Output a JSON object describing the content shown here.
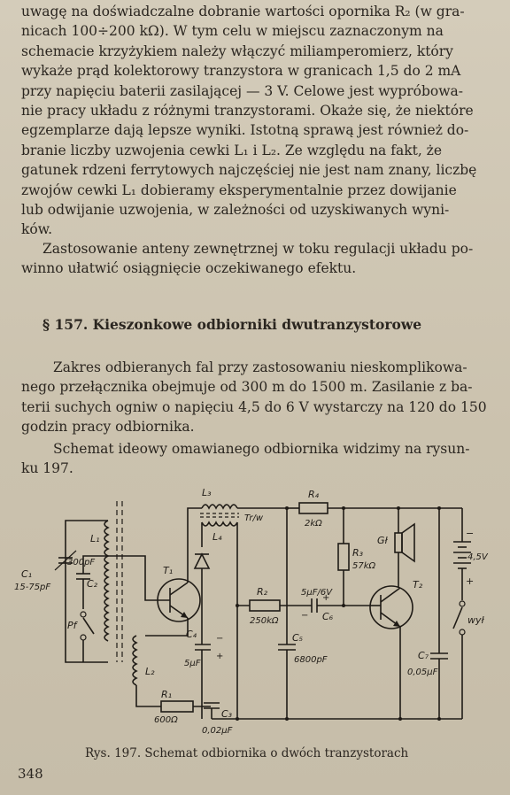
{
  "top_paragraph": [
    "uwagę na doświadczalne dobranie wartości opornika R₂ (w gra-",
    "nicach 100÷200 kΩ). W tym celu w miejscu zaznaczonym na",
    "schemacie krzyżykiem należy włączyć miliamperomierz, który",
    "wykaże prąd kolektorowy tranzystora w granicach 1,5 do 2 mA",
    "przy napięciu baterii zasilającej — 3 V. Celowe jest wypróbowa-",
    "nie pracy układu z różnymi tranzystorami. Okaże się, że niektóre",
    "egzemplarze dają lepsze wyniki. Istotną sprawą jest również do-",
    "branie liczby uzwojenia cewki L₁ i L₂. Ze względu na fakt, że",
    "gatunek rdzeni ferrytowych najczęściej nie jest nam znany, liczbę",
    "zwojów cewki L₁ dobieramy eksperymentalnie przez dowijanie",
    "lub odwijanie uzwojenia, w zależności od uzyskiwanych wyni-",
    "ków."
  ],
  "antenna_paragraph": [
    "Zastosowanie anteny zewnętrznej w toku regulacji układu po-",
    "winno ułatwić osiągnięcie oczekiwanego efektu."
  ],
  "section_heading": "§ 157. Kieszonkowe odbiorniki dwutranzystorowe",
  "range_paragraph": [
    "Zakres odbieranych fal przy zastosowaniu nieskomplikowa-",
    "nego przełącznika obejmuje od 300 m do 1500 m. Zasilanie z ba-",
    "terii suchych ogniw o napięciu 4,5 do 6 V wystarczy na 120 do 150",
    "godzin pracy odbiornika."
  ],
  "schema_paragraph": [
    "Schemat ideowy omawianego odbiornika widzimy na rysun-",
    "ku 197."
  ],
  "schematic_labels": {
    "C1": "C₁",
    "C1_value": "15-75pF",
    "C2": "C₂",
    "C2_value": "300pF",
    "L1": "L₁",
    "Pf": "Pf",
    "T1": "T₁",
    "L2": "L₂",
    "R1": "R₁",
    "R1_value": "600Ω",
    "C3": "C₃",
    "C3_value": "0,02μF",
    "L3": "L₃",
    "L4": "L₄",
    "transformer": "Tr/w",
    "R4": "R₄",
    "R4_value": "2kΩ",
    "R2": "R₂",
    "R2_value": "250kΩ",
    "C4": "C₄",
    "C4_value": "5μF",
    "C5": "C₅",
    "C5_value": "6800pF",
    "C6": "C₆",
    "C6_value": "5μF/6V",
    "R3": "R₃",
    "R3_value": "57kΩ",
    "speaker": "Gł",
    "T2": "T₂",
    "C7": "C₇",
    "C7_value": "0,05μF",
    "battery_value": "4,5V",
    "switch": "wył",
    "minus": "−",
    "plus": "+"
  },
  "caption": "Rys. 197. Schemat odbiornika o dwóch tranzystorach",
  "page_number": "348"
}
